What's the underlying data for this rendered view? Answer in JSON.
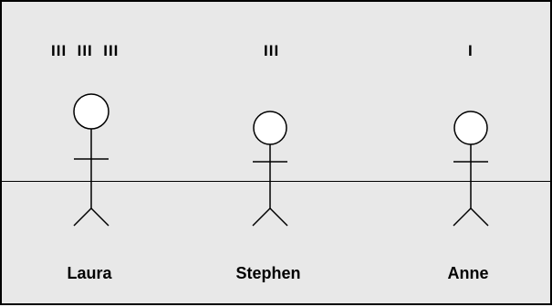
{
  "diagram": {
    "colors": {
      "background": "#e8e8e8",
      "ink": "#000000"
    },
    "people": [
      {
        "name": "Laura",
        "tally": "III  III  III",
        "tally_count": 9
      },
      {
        "name": "Stephen",
        "tally": "III",
        "tally_count": 3
      },
      {
        "name": "Anne",
        "tally": "I",
        "tally_count": 1
      }
    ]
  }
}
